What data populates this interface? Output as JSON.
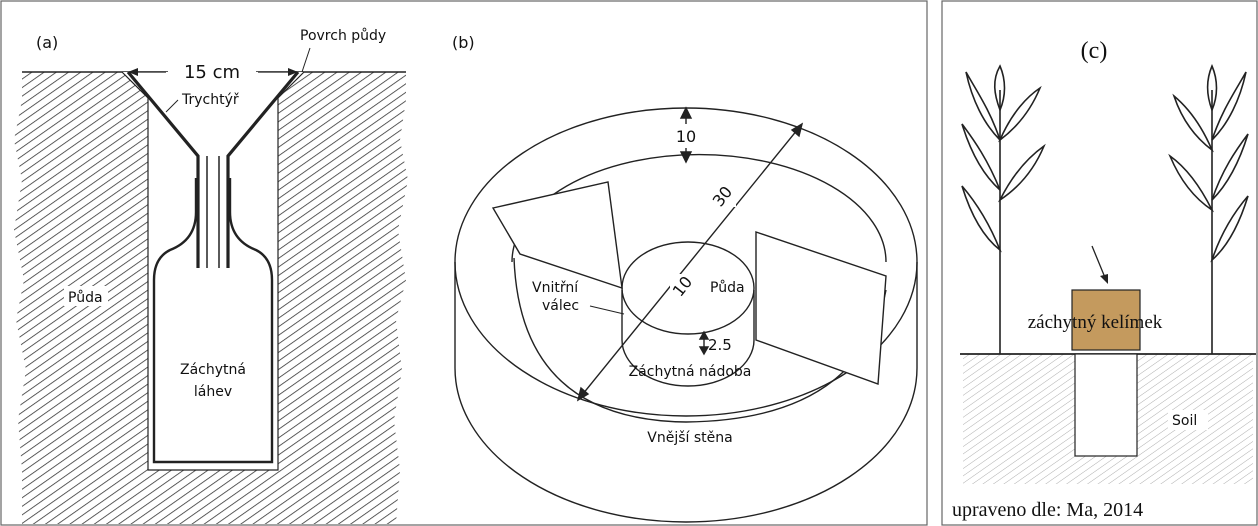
{
  "panel_a": {
    "label": "(a)",
    "top_label": "Povrch půdy",
    "width_label": "15 cm",
    "funnel_label": "Trychtýř",
    "soil_label": "Půda",
    "bottle_label_1": "Záchytná",
    "bottle_label_2": "láhev"
  },
  "panel_b": {
    "label": "(b)",
    "dim_top": "10",
    "dim_diag_outer": "30",
    "dim_diag_inner": "10",
    "soil_label": "Půda",
    "inner_cyl_1": "Vnitřní",
    "inner_cyl_2": "válec",
    "dim_height": "2.5",
    "trap_label": "Záchytná nádoba",
    "outer_wall": "Vnější stěna"
  },
  "panel_c": {
    "label": "(c)",
    "cup_label": "záchytný kelímek",
    "soil_label": "Soil",
    "credit": "upraveno dle: Ma, 2014",
    "cup_color": "#c49a5e"
  }
}
